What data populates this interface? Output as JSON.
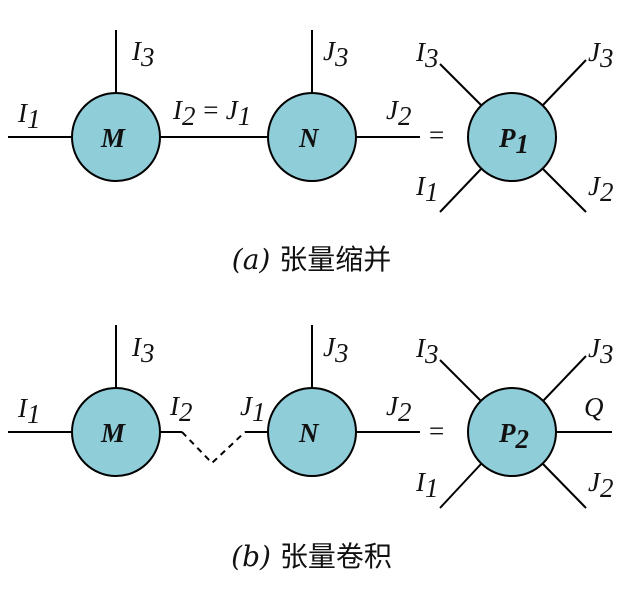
{
  "colors": {
    "node_fill": "#8fcdd9",
    "stroke": "#000000"
  },
  "panel_a": {
    "caption_tag": "(a)",
    "caption_text": "张量缩并",
    "node_m": "M",
    "node_n": "N",
    "node_p": "P",
    "node_p_sub": "1",
    "equals": "=",
    "labels": {
      "i1": "I",
      "i1_sub": "1",
      "i3": "I",
      "i3_sub": "3",
      "i2": "I",
      "i2_sub": "2",
      "eq_mid": "=",
      "j1": "J",
      "j1_sub": "1",
      "j3": "J",
      "j3_sub": "3",
      "j2": "J",
      "j2_sub": "2",
      "p_i3": "I",
      "p_i3_sub": "3",
      "p_j3": "J",
      "p_j3_sub": "3",
      "p_i1": "I",
      "p_i1_sub": "1",
      "p_j2": "J",
      "p_j2_sub": "2"
    }
  },
  "panel_b": {
    "caption_tag": "(b)",
    "caption_text": "张量卷积",
    "node_m": "M",
    "node_n": "N",
    "node_p": "P",
    "node_p_sub": "2",
    "equals": "=",
    "labels": {
      "i1": "I",
      "i1_sub": "1",
      "i3": "I",
      "i3_sub": "3",
      "i2": "I",
      "i2_sub": "2",
      "j1": "J",
      "j1_sub": "1",
      "j3": "J",
      "j3_sub": "3",
      "j2": "J",
      "j2_sub": "2",
      "p_i3": "I",
      "p_i3_sub": "3",
      "p_j3": "J",
      "p_j3_sub": "3",
      "p_q": "Q",
      "p_i1": "I",
      "p_i1_sub": "1",
      "p_j2": "J",
      "p_j2_sub": "2"
    }
  }
}
